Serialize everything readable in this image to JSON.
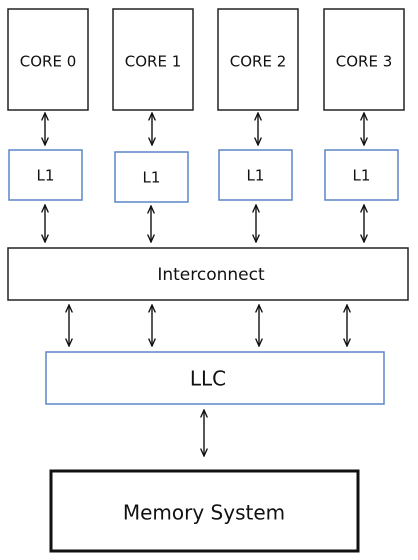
{
  "diagram": {
    "cores": [
      {
        "label": "CORE 0"
      },
      {
        "label": "CORE 1"
      },
      {
        "label": "CORE 2"
      },
      {
        "label": "CORE 3"
      }
    ],
    "l1_caches": [
      {
        "label": "L1"
      },
      {
        "label": "L1"
      },
      {
        "label": "L1"
      },
      {
        "label": "L1"
      }
    ],
    "interconnect": {
      "label": "Interconnect"
    },
    "llc": {
      "label": "LLC"
    },
    "memory": {
      "label": "Memory System"
    },
    "colors": {
      "box_stroke": "#222222",
      "cache_stroke": "#5b86c8",
      "arrow": "#111111"
    }
  }
}
